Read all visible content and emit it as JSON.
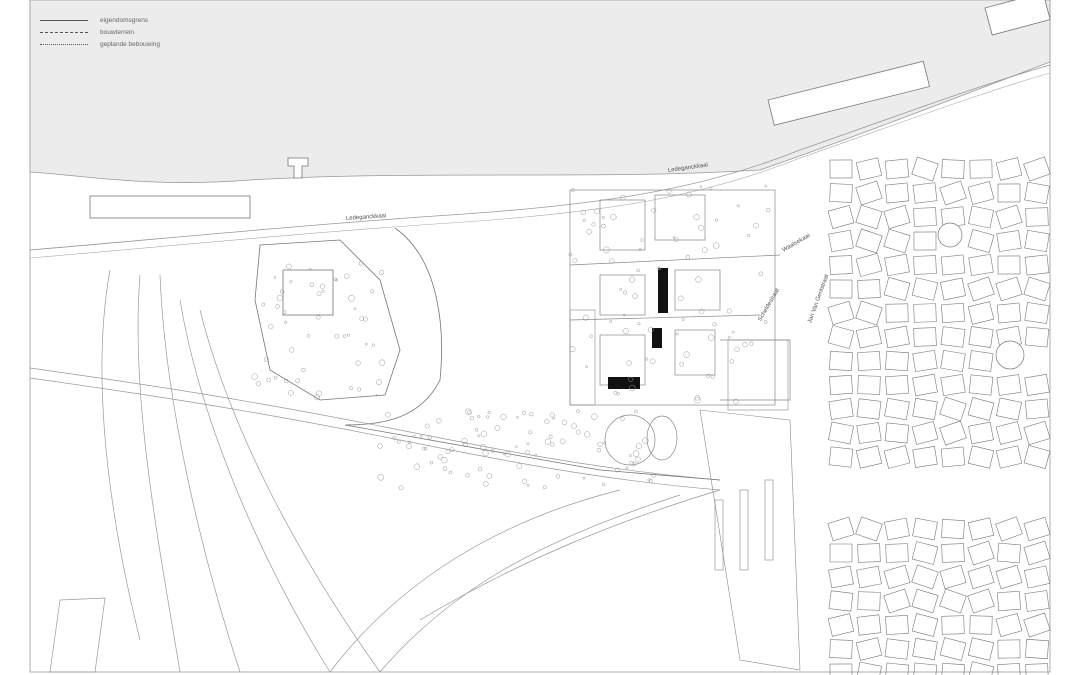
{
  "legend": [
    {
      "label": "eigendomsgrens",
      "style": "solid"
    },
    {
      "label": "bouwterrein",
      "style": "dash-dot"
    },
    {
      "label": "geplande bebouwing",
      "style": "dashed"
    }
  ],
  "streets": {
    "quay_west": "Ledeganckkaai",
    "quay_east": "Ledeganckkaai",
    "waalsekaai": "Waalsekaai",
    "jan_van_gent": "Jan Van Gentstraat",
    "schelde": "Scheldestraat"
  },
  "colors": {
    "water": "#ececec",
    "line": "#777777",
    "building": "#111111"
  }
}
